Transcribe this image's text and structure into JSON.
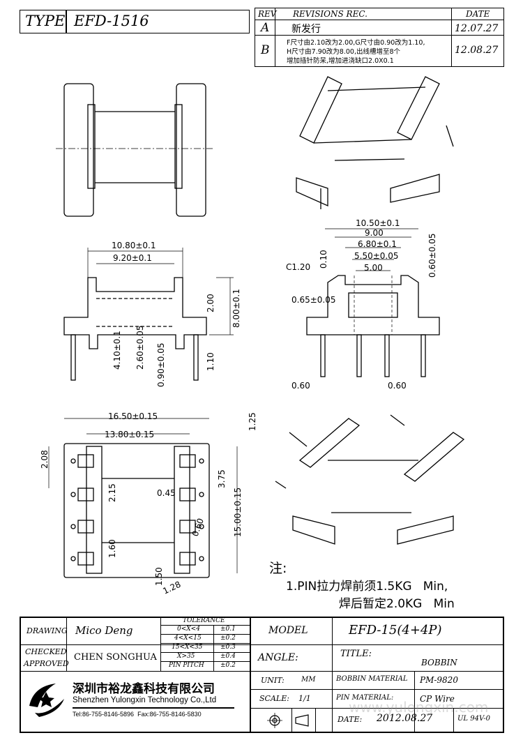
{
  "header": {
    "type_label": "TYPE",
    "type_value": "EFD-1516",
    "rev_label": "REV",
    "revisions_label": "REVISIONS REC.",
    "date_label": "DATE",
    "revisions": [
      {
        "rev": "A",
        "text": "新发行",
        "date": "12.07.27"
      },
      {
        "rev": "B",
        "lines": [
          "F尺寸由2.10改为2.00,G尺寸由0.90改为1.10,",
          "H尺寸由7.90改为8.00,出线槽增至8个",
          "增加插针防呆,增加进浇缺口2.0X0.1"
        ],
        "date": "12.08.27"
      }
    ]
  },
  "dimensions": {
    "front": {
      "A": "10.80±0.1",
      "B": "9.20±0.1",
      "C": "4.10±0.1",
      "D": "2.60±0.05",
      "E": "0.90±0.05",
      "F": "2.00",
      "G": "1.10",
      "H": "8.00±0.1"
    },
    "side": {
      "M": "10.50±0.1",
      "L": "9.00",
      "N": "6.80±0.1",
      "O": "5.50±0.05",
      "s5": "5.00",
      "Q": "0.60±0.05",
      "t010": "0.10",
      "c120": "C1.20",
      "P": "0.65±0.05",
      "R": "0.60",
      "pin": "0.60"
    },
    "bottom": {
      "I": "16.50±0.15",
      "J": "13.80±0.15",
      "d208": "2.08",
      "d125": "1.25",
      "K": "3.75",
      "L": "15.00±0.15",
      "d215": "2.15",
      "d045": "0.45",
      "d160": "1.60",
      "d060": "0.60",
      "d150": "1.50",
      "d128": "1.28"
    }
  },
  "notes": {
    "title": "注:",
    "line1": "1.PIN拉力焊前须1.5KG   Min,",
    "line2": "焊后暂定2.0KG   Min"
  },
  "titleblock": {
    "drawing_label": "DRAWING",
    "drawing_value": "Mico Deng",
    "checked_label": "CHECKED",
    "approved_label": "APPROVED",
    "checked_value": "CHEN SONGHUA",
    "tolerance_label": "TOLERANCE",
    "tolerance": [
      {
        "range": "0<X<4",
        "tol": "±0.1"
      },
      {
        "range": "4<X<15",
        "tol": "±0.2"
      },
      {
        "range": "15<X<35",
        "tol": "±0.3"
      },
      {
        "range": "X>35",
        "tol": "±0.4"
      },
      {
        "range": "PIN PITCH",
        "tol": "±0.2"
      }
    ],
    "model_label": "MODEL",
    "model_value": "EFD-15(4+4P)",
    "angle_label": "ANGLE:",
    "title_label": "TITLE:",
    "title_value": "BOBBIN",
    "unit_label": "UNIT:",
    "unit_value": "MM",
    "scale_label": "SCALE:",
    "scale_value": "1/1",
    "bobbin_material_label": "BOBBIN MATERIAL",
    "bobbin_material_value": "PM-9820",
    "pin_material_label": "PIN MATERIAL:",
    "pin_material_value": "CP Wire",
    "date_label": "DATE:",
    "date_value": "2012.08.27",
    "ul_value": "UL 94V-0",
    "company_cn": "深圳市裕龙鑫科技有限公司",
    "company_en": "Shenzhen Yulongxin Technology Co.,Ltd",
    "company_tel": "Tel:86-755-8146-5896  Fax:86-755-8146-5830",
    "watermark": "www.yulongxin.com"
  }
}
